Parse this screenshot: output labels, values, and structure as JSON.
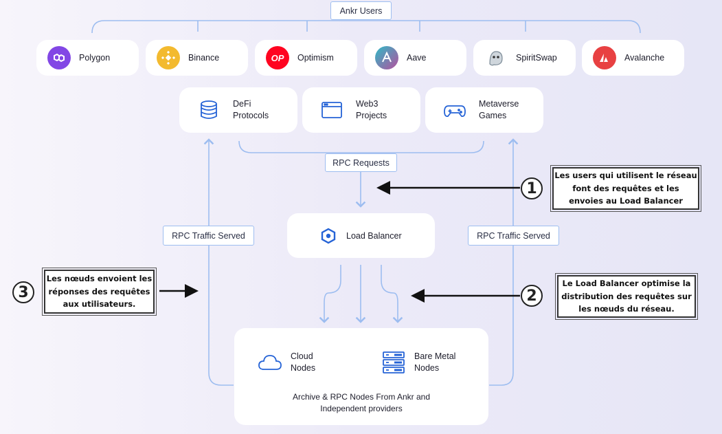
{
  "top_label": "Ankr Users",
  "chains": [
    {
      "name": "Polygon",
      "icon": "polygon-icon",
      "color": "#8247e5"
    },
    {
      "name": "Binance",
      "icon": "binance-icon",
      "color": "#f3ba2f"
    },
    {
      "name": "Optimism",
      "icon": "optimism-icon",
      "color": "#ff0420",
      "glyph": "OP"
    },
    {
      "name": "Aave",
      "icon": "aave-icon",
      "color": "#2ebac6"
    },
    {
      "name": "SpiritSwap",
      "icon": "spiritswap-icon",
      "color": "#d9dde3"
    },
    {
      "name": "Avalanche",
      "icon": "avalanche-icon",
      "color": "#e84142"
    }
  ],
  "categories": [
    {
      "line1": "DeFi",
      "line2": "Protocols",
      "icon": "database-stack-icon"
    },
    {
      "line1": "Web3",
      "line2": "Projects",
      "icon": "browser-window-icon"
    },
    {
      "line1": "Metaverse",
      "line2": "Games",
      "icon": "gamepad-icon"
    }
  ],
  "rpc_requests_label": "RPC Requests",
  "rpc_served_label": "RPC Traffic Served",
  "load_balancer": {
    "label": "Load Balancer",
    "icon": "load-balancer-icon"
  },
  "nodes": {
    "cloud": {
      "line1": "Cloud",
      "line2": "Nodes",
      "icon": "cloud-icon"
    },
    "bare_metal": {
      "line1": "Bare Metal",
      "line2": "Nodes",
      "icon": "server-rack-icon"
    },
    "caption_line1": "Archive & RPC Nodes From Ankr and",
    "caption_line2": "Independent providers"
  },
  "annotations": [
    {
      "number": "1",
      "lines": [
        "Les users qui utilisent le réseau",
        "font des requêtes et les",
        "envoies au Load Balancer"
      ]
    },
    {
      "number": "2",
      "lines": [
        "Le Load Balancer optimise la",
        "distribution des requêtes sur",
        "les nœuds du réseau."
      ]
    },
    {
      "number": "3",
      "lines": [
        "Les nœuds envoient les",
        "réponses des requêtes",
        "aux utilisateurs."
      ]
    }
  ],
  "colors": {
    "wire": "#9dbdf0",
    "accent": "#2563d6",
    "arrow": "#111111"
  }
}
